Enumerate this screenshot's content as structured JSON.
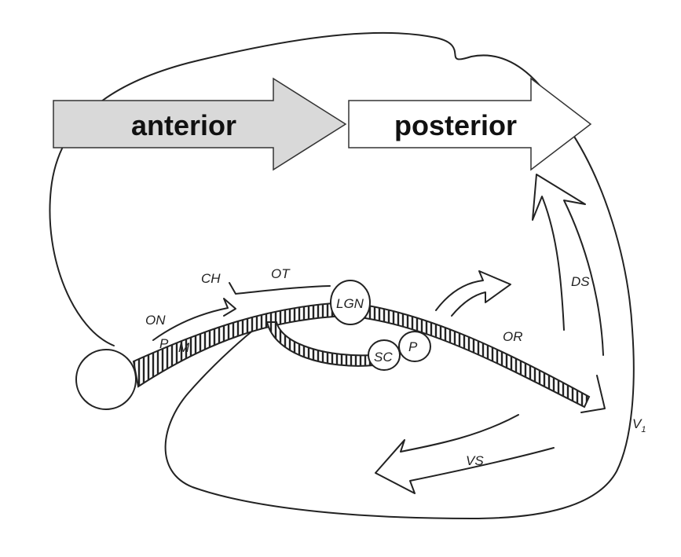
{
  "arrows": {
    "anterior_label": "anterior",
    "posterior_label": "posterior",
    "anterior_fill": "#d9d9d9",
    "posterior_fill": "#ffffff"
  },
  "labels": {
    "on": "ON",
    "ch": "CH",
    "ot": "OT",
    "lgn": "LGN",
    "or": "OR",
    "sc": "SC",
    "p_pulvinar": "P",
    "p_left": "P",
    "m_left": "M",
    "ds": "DS",
    "vs": "VS",
    "v1": "V",
    "v1_sub": "1"
  },
  "colors": {
    "stroke": "#222222",
    "background": "#ffffff"
  }
}
